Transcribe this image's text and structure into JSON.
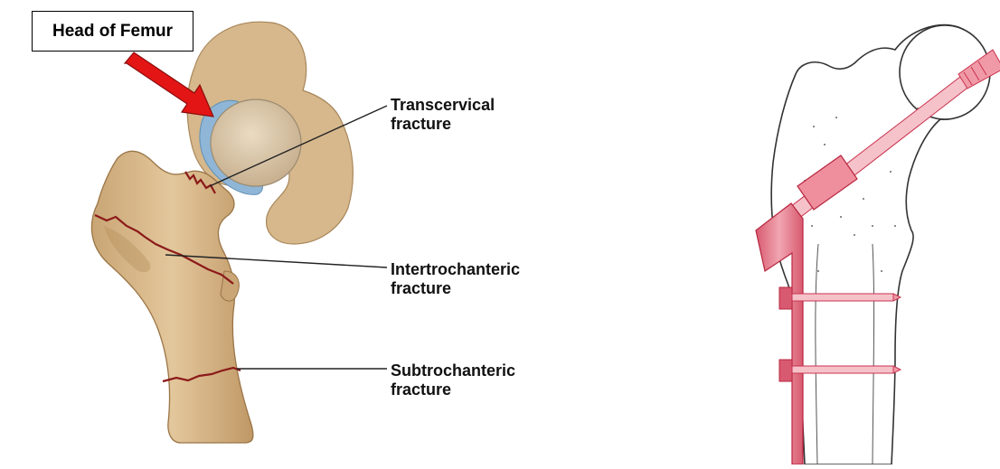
{
  "callout": {
    "text": "Head of Femur"
  },
  "labels": {
    "transcervical": {
      "line1": "Transcervical",
      "line2": "fracture"
    },
    "intertrochanteric": {
      "line1": "Intertrochanteric",
      "line2": "fracture"
    },
    "subtrochanteric": {
      "line1": "Subtrochanteric",
      "line2": "fracture"
    }
  },
  "colors": {
    "bone": "#d9b98c",
    "bone_shadow": "#b8925f",
    "cartilage": "#8fb6d6",
    "fracture": "#8b1a1a",
    "arrow": "#e41515",
    "implant": "#e58a96",
    "implant_dark": "#c9334e"
  }
}
